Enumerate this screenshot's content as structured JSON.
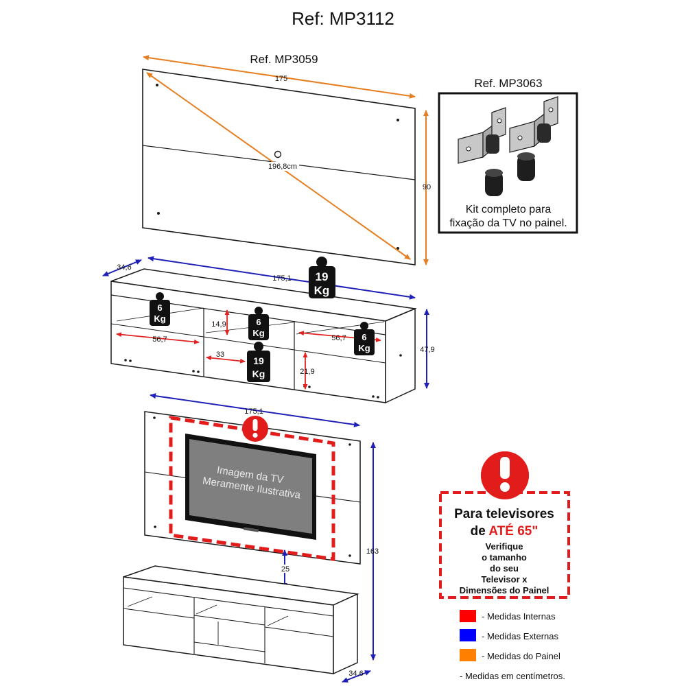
{
  "title": "Ref: MP3112",
  "panel": {
    "ref": "Ref. MP3059",
    "width": "175",
    "height": "90",
    "diagonal": "196,8cm"
  },
  "kit": {
    "ref": "Ref. MP3063",
    "caption_line1": "Kit completo para",
    "caption_line2": "fixação da TV no painel."
  },
  "rack": {
    "depth": "34,6",
    "width": "175,1",
    "height": "47,9",
    "top_load_num": "19",
    "top_load_unit": "Kg",
    "load_left_num": "6",
    "load_left_unit": "Kg",
    "load_mid_num": "6",
    "load_mid_unit": "Kg",
    "load_right_num": "6",
    "load_right_unit": "Kg",
    "load_bottom_num": "19",
    "load_bottom_unit": "Kg",
    "inner_left_width": "56,7",
    "inner_right_width": "56,7",
    "inner_mid_height": "14,9",
    "inner_mid_width": "33",
    "inner_right_height": "21,9"
  },
  "assembly": {
    "width": "175,1",
    "height": "163",
    "gap": "25",
    "depth": "34,6",
    "tv_line1": "Imagem da TV",
    "tv_line2": "Meramente Ilustrativa"
  },
  "warning": {
    "line1": "Para televisores",
    "line2_prefix": "de ",
    "line2_highlight": "ATÉ 65\"",
    "line3": "Verifique",
    "line4": "o tamanho",
    "line5": "do seu",
    "line6": "Televisor x",
    "line7": "Dimensões do Painel"
  },
  "legend": {
    "items": [
      {
        "label": "- Medidas Internas",
        "color": "#ff0000"
      },
      {
        "label": "- Medidas Externas",
        "color": "#0000ff"
      },
      {
        "label": "- Medidas do Painel",
        "color": "#ff7f00"
      }
    ],
    "note": "- Medidas em centímetros."
  },
  "colors": {
    "internal": "#e32222",
    "external": "#1f20b8",
    "panel": "#e67e22",
    "warning": "#e21b1b",
    "line": "#1a1a1a"
  }
}
